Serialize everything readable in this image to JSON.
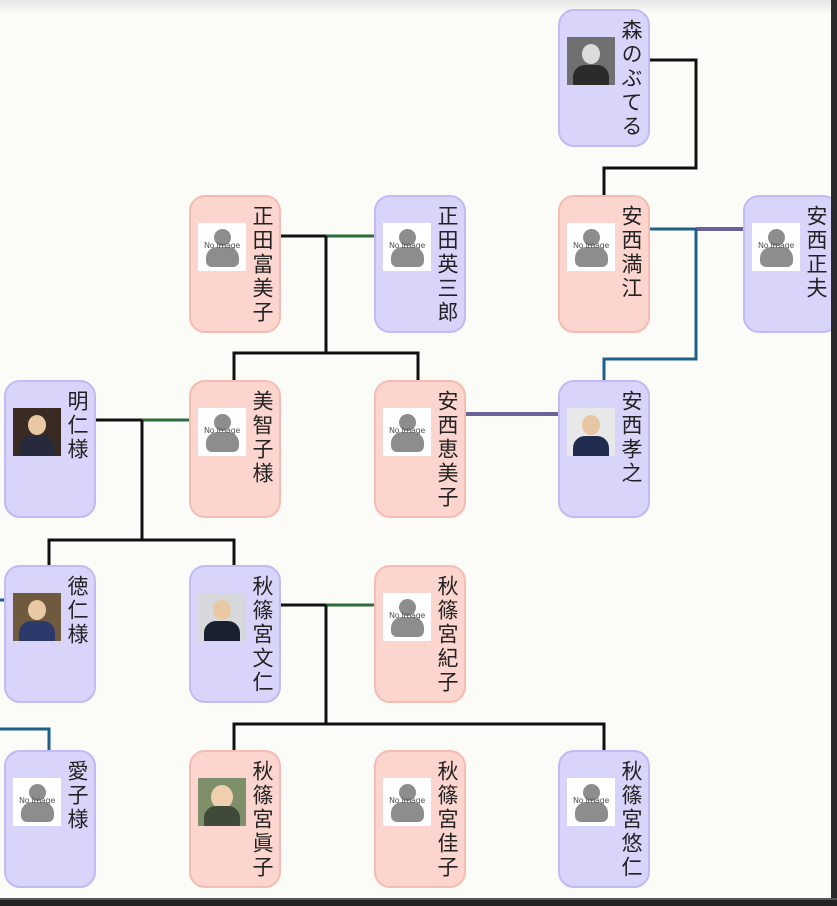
{
  "placeholder_photo_text": "No Image",
  "colors": {
    "male_fill": "#d9d4fa",
    "female_fill": "#fbd5ce",
    "parent_line": "#111111",
    "marriage_line": "#2e6b3a",
    "adoptive_marriage_line": "#6a6299",
    "adoptive_parent_line": "#1f5f8b"
  },
  "people": {
    "mori_nobuteru": {
      "name": "森のぶてる",
      "gender": "male",
      "photo": "portrait"
    },
    "masada_fumiko": {
      "name": "正田富美子",
      "gender": "female",
      "photo": "no-image"
    },
    "masada_hidesaburo": {
      "name": "正田英三郎",
      "gender": "male",
      "photo": "no-image"
    },
    "anzai_mitsue": {
      "name": "安西満江",
      "gender": "female",
      "photo": "no-image"
    },
    "anzai_masao": {
      "name": "安西正夫",
      "gender": "male",
      "photo": "no-image"
    },
    "akihito": {
      "name": "明仁様",
      "gender": "male",
      "photo": "portrait"
    },
    "michiko": {
      "name": "美智子様",
      "gender": "female",
      "photo": "no-image"
    },
    "anzai_emiko": {
      "name": "安西恵美子",
      "gender": "female",
      "photo": "no-image"
    },
    "anzai_takayuki": {
      "name": "安西孝之",
      "gender": "male",
      "photo": "portrait"
    },
    "naruhito": {
      "name": "徳仁様",
      "gender": "male",
      "photo": "portrait"
    },
    "akishino_fumihito": {
      "name": "秋篠宮文仁",
      "gender": "male",
      "photo": "portrait"
    },
    "akishino_kiko": {
      "name": "秋篠宮紀子",
      "gender": "female",
      "photo": "no-image"
    },
    "aiko": {
      "name": "愛子様",
      "gender": "male",
      "photo": "no-image"
    },
    "akishino_mako": {
      "name": "秋篠宮眞子",
      "gender": "female",
      "photo": "portrait"
    },
    "akishino_kako": {
      "name": "秋篠宮佳子",
      "gender": "female",
      "photo": "no-image"
    },
    "akishino_hisahito": {
      "name": "秋篠宮悠仁",
      "gender": "male",
      "photo": "no-image"
    }
  },
  "relations": [
    {
      "type": "parent",
      "from": "mori_nobuteru",
      "to": "anzai_mitsue"
    },
    {
      "type": "marriage",
      "a": "masada_fumiko",
      "b": "masada_hidesaburo"
    },
    {
      "type": "marriage",
      "a": "anzai_mitsue",
      "b": "anzai_masao"
    },
    {
      "type": "parent",
      "from": "masada_fumiko+masada_hidesaburo",
      "to": "michiko"
    },
    {
      "type": "parent",
      "from": "masada_fumiko+masada_hidesaburo",
      "to": "anzai_emiko"
    },
    {
      "type": "parent",
      "from": "anzai_mitsue+anzai_masao",
      "to": "anzai_takayuki"
    },
    {
      "type": "marriage",
      "a": "akihito",
      "b": "michiko"
    },
    {
      "type": "marriage",
      "a": "anzai_emiko",
      "b": "anzai_takayuki"
    },
    {
      "type": "parent",
      "from": "akihito+michiko",
      "to": "naruhito"
    },
    {
      "type": "parent",
      "from": "akihito+michiko",
      "to": "akishino_fumihito"
    },
    {
      "type": "marriage",
      "a": "akishino_fumihito",
      "b": "akishino_kiko"
    },
    {
      "type": "parent",
      "from": "naruhito",
      "to": "aiko"
    },
    {
      "type": "parent",
      "from": "akishino_fumihito+akishino_kiko",
      "to": "akishino_mako"
    },
    {
      "type": "parent",
      "from": "akishino_fumihito+akishino_kiko",
      "to": "akishino_kako"
    },
    {
      "type": "parent",
      "from": "akishino_fumihito+akishino_kiko",
      "to": "akishino_hisahito"
    }
  ]
}
